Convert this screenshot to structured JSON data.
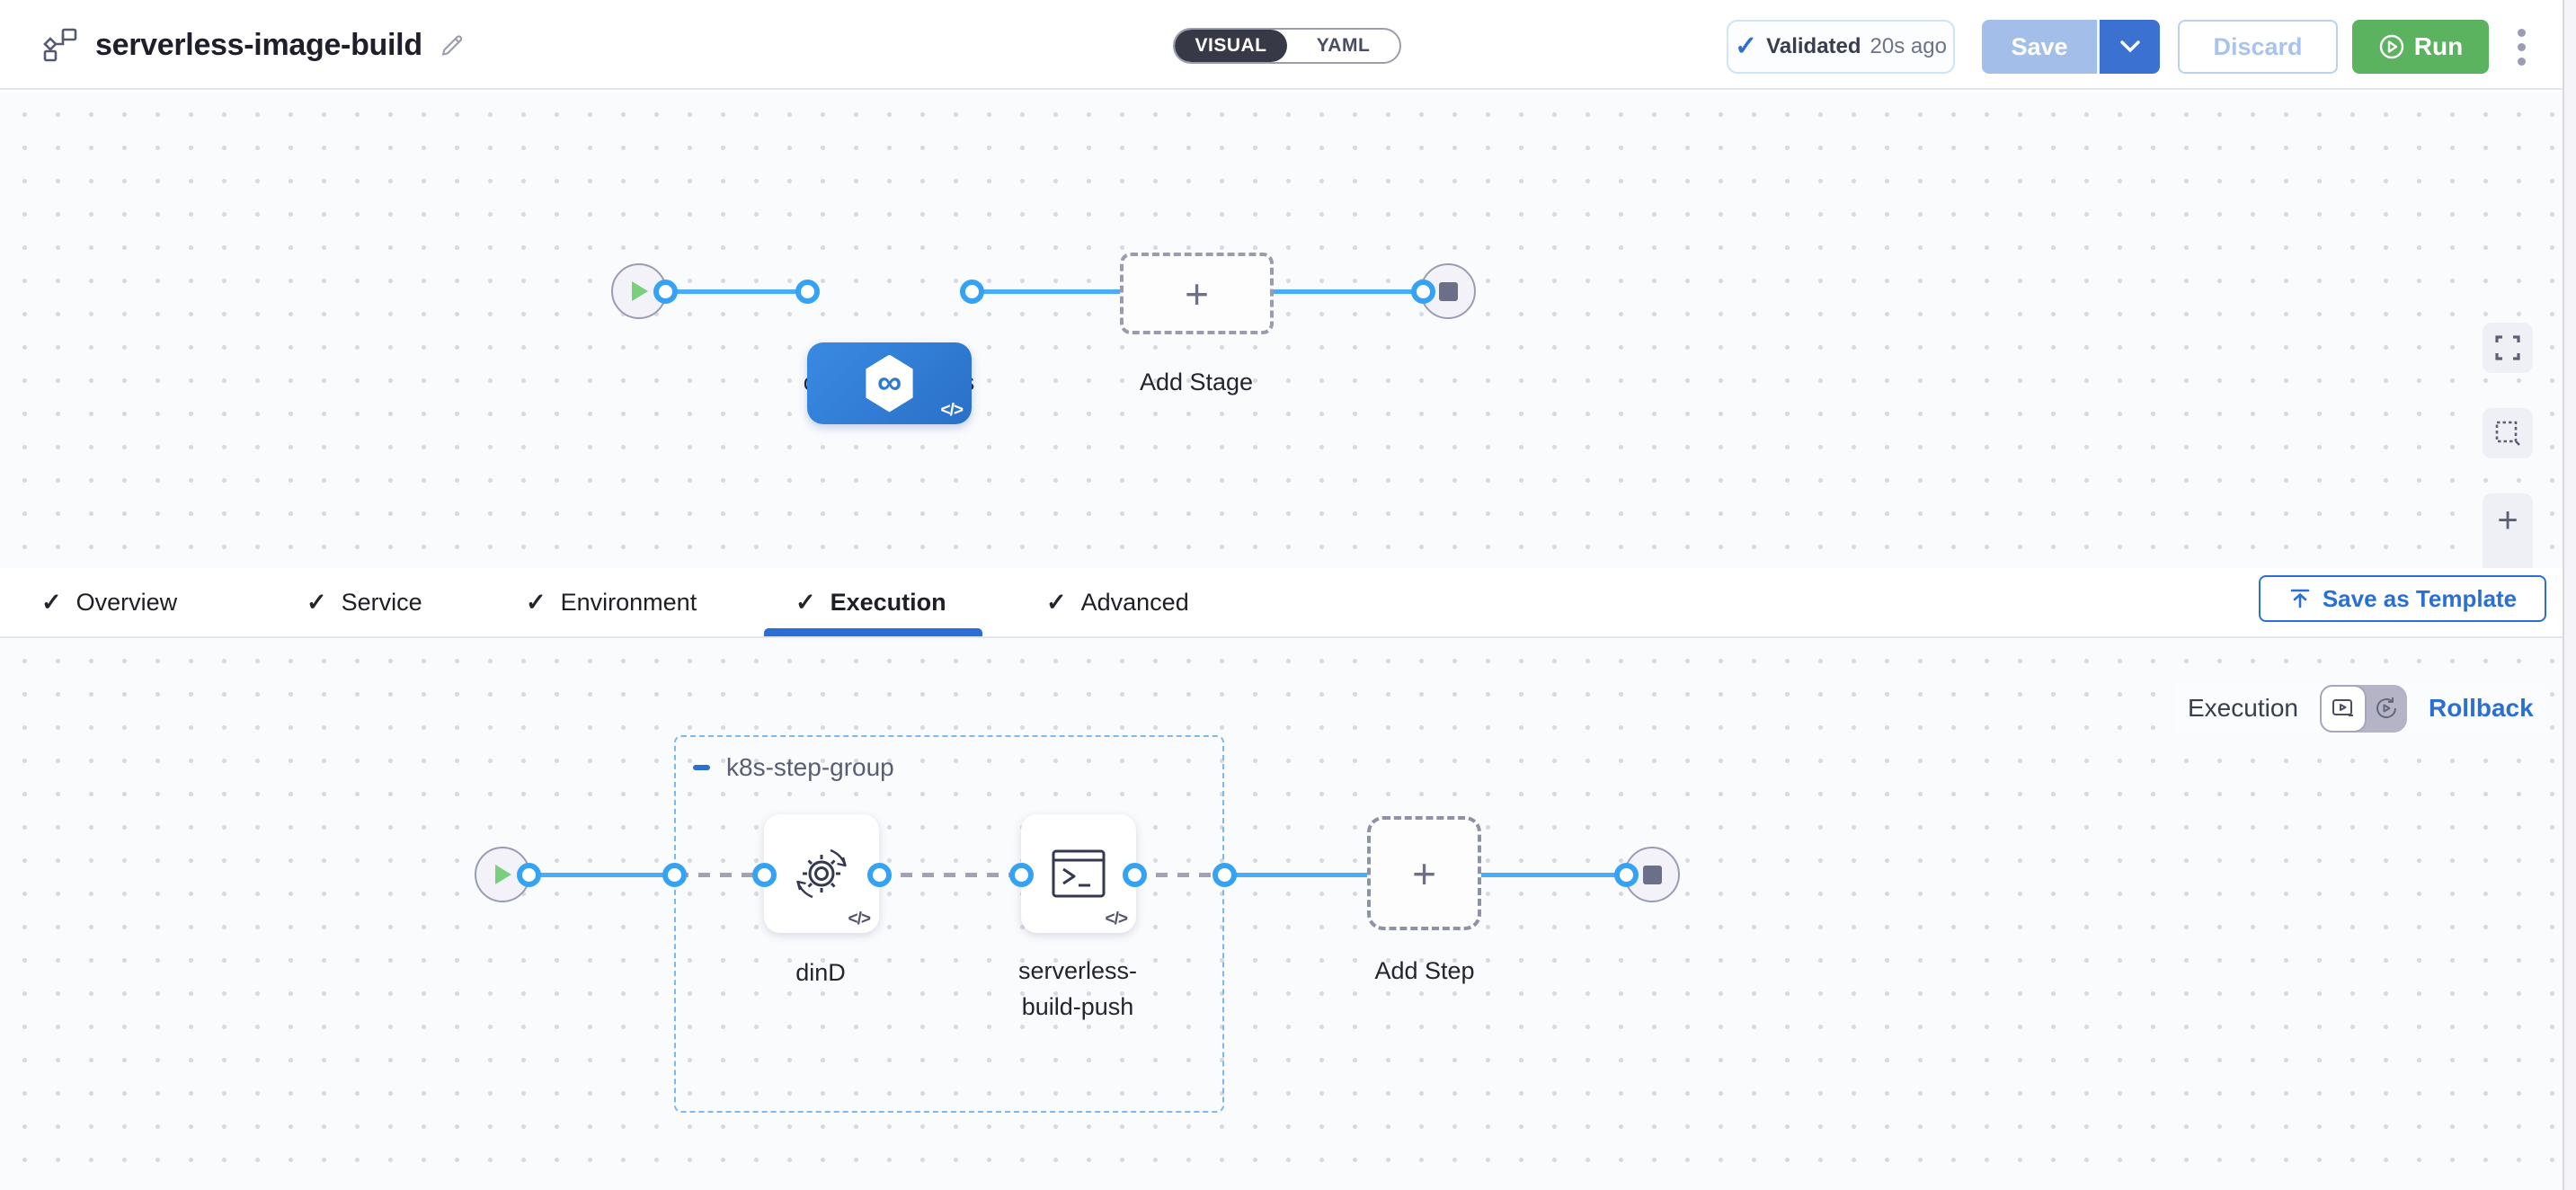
{
  "header": {
    "title": "serverless-image-build",
    "mode": {
      "visual": "VISUAL",
      "yaml": "YAML",
      "active": "VISUAL"
    },
    "validated": {
      "label": "Validated",
      "time": "20s ago"
    },
    "save": "Save",
    "discard": "Discard",
    "run": "Run"
  },
  "stage_canvas": {
    "stage_label": "combineImages",
    "add_stage_label": "Add Stage",
    "code_badge": "</>"
  },
  "tabs": [
    {
      "label": "Overview"
    },
    {
      "label": "Service"
    },
    {
      "label": "Environment"
    },
    {
      "label": "Execution"
    },
    {
      "label": "Advanced"
    }
  ],
  "active_tab": "Execution",
  "save_as_template": "Save as Template",
  "execution_bar": {
    "label": "Execution",
    "rollback": "Rollback"
  },
  "step_canvas": {
    "group_label": "k8s-step-group",
    "step1_label": "dinD",
    "step2_label": "serverless-build-push",
    "add_step_label": "Add Step",
    "code_badge": "</>"
  },
  "colors": {
    "accent_blue": "#2b6fd4",
    "node_blue": "#2d7ad1",
    "edge_blue": "#49acf7",
    "port_ring_blue": "#35a2f4",
    "run_green": "#5cb35f",
    "validated_border": "#cfe4f7",
    "group_dash_blue": "#7db9ee"
  }
}
